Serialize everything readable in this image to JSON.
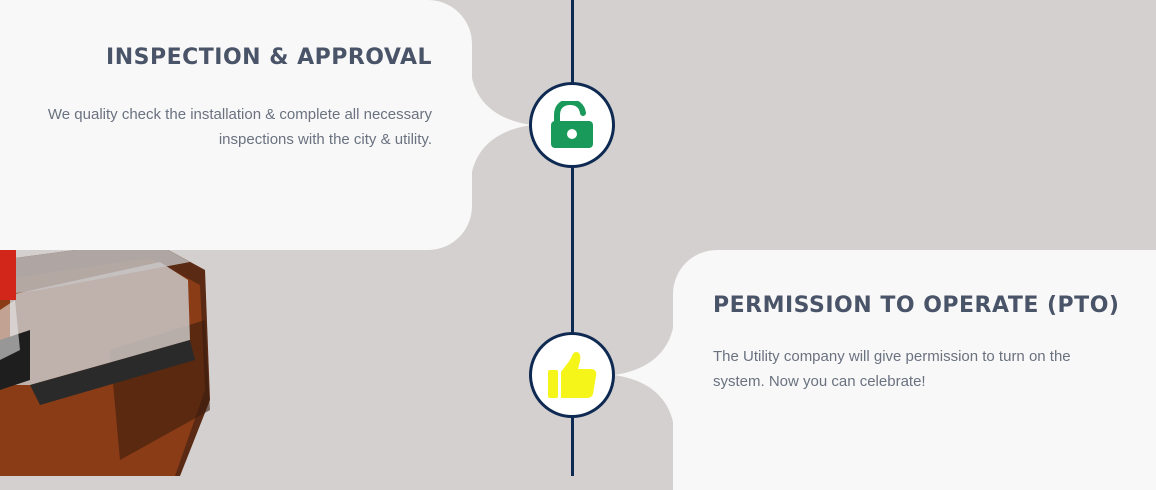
{
  "steps": [
    {
      "title": "INSPECTION & APPROVAL",
      "description": "We quality check the installation & complete all necessary inspections with the city & utility.",
      "icon": "lock-open-icon",
      "icon_color": "#1a9a5a"
    },
    {
      "title": "PERMISSION TO OPERATE (PTO)",
      "description": "The Utility company will give permission to turn on the system. Now you can celebrate!",
      "icon": "thumbs-up-icon",
      "icon_color": "#f5f51a"
    }
  ],
  "colors": {
    "background": "#d4d0cf",
    "card": "#f8f8f8",
    "timeline": "#0f2a52",
    "title": "#4a5468",
    "text": "#6a7280"
  }
}
